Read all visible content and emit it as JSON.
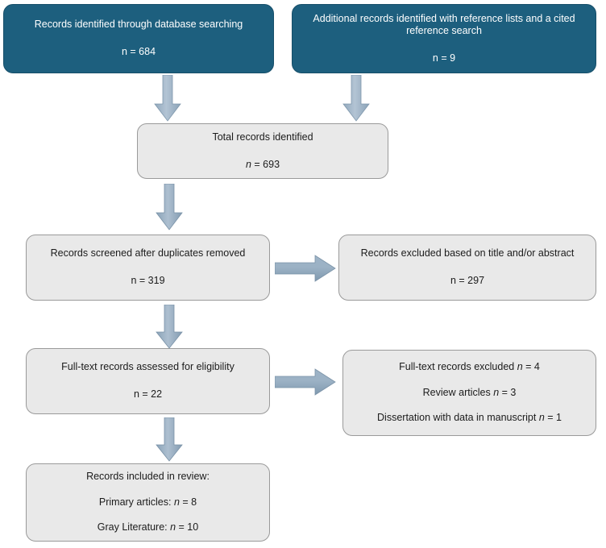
{
  "diagram": {
    "title": "PRISMA study selection flow diagram",
    "colors": {
      "identification_fill": "#1d5f7e",
      "identification_text": "#ffffff",
      "stage_fill": "#e9e9e9",
      "stage_border": "#9a9a9a",
      "stage_text": "#1b1b1b",
      "arrow_fill": "#8fa9bf",
      "background": "#ffffff"
    },
    "nodes": [
      {
        "id": "box-db",
        "style": "teal",
        "lines": [
          "Records identified through database searching",
          "n = 684"
        ],
        "count": 684,
        "italic_n": false
      },
      {
        "id": "box-additional",
        "style": "teal",
        "lines": [
          "Additional records identified with reference lists and a\ncited reference search",
          "n = 9"
        ],
        "count": 9,
        "italic_n": false
      },
      {
        "id": "box-total",
        "style": "grey",
        "lines": [
          "Total records identified",
          "n = 693"
        ],
        "count": 693,
        "italic_n": true
      },
      {
        "id": "box-screened",
        "style": "grey",
        "lines": [
          "Records screened after duplicates removed",
          "n = 319"
        ],
        "count": 319,
        "italic_n": false
      },
      {
        "id": "box-excluded-ta",
        "style": "grey",
        "lines": [
          "Records excluded based on title and/or abstract",
          "n = 297"
        ],
        "count": 297,
        "italic_n": false
      },
      {
        "id": "box-fulltext",
        "style": "grey",
        "lines": [
          "Full-text records assessed for eligibility",
          "n = 22"
        ],
        "count": 22,
        "italic_n": false
      },
      {
        "id": "box-excluded-ft",
        "style": "grey",
        "lines": [
          "Full-text records excluded n = 4",
          "Review articles n = 3",
          "Dissertation with data in manuscript n = 1"
        ],
        "counts": [
          4,
          3,
          1
        ],
        "italic_n": true
      },
      {
        "id": "box-included",
        "style": "grey",
        "lines": [
          "Records included in review:",
          "Primary articles: n = 8",
          "Gray Literature: n = 10"
        ],
        "counts": [
          8,
          10
        ],
        "italic_n": true
      }
    ],
    "arrows": [
      {
        "id": "arrow-db-down",
        "direction": "down",
        "from": "box-db",
        "to": "box-total"
      },
      {
        "id": "arrow-add-down",
        "direction": "down",
        "from": "box-additional",
        "to": "box-total"
      },
      {
        "id": "arrow-total-down",
        "direction": "down",
        "from": "box-total",
        "to": "box-screened"
      },
      {
        "id": "arrow-screened-down",
        "direction": "down",
        "from": "box-screened",
        "to": "box-fulltext"
      },
      {
        "id": "arrow-fulltext-down",
        "direction": "down",
        "from": "box-fulltext",
        "to": "box-included"
      },
      {
        "id": "arrow-screen-right",
        "direction": "right",
        "from": "box-screened",
        "to": "box-excluded-ta"
      },
      {
        "id": "arrow-ft-right",
        "direction": "right",
        "from": "box-fulltext",
        "to": "box-excluded-ft"
      }
    ]
  },
  "text": {
    "db_line1": "Records identified through database searching",
    "db_line2": "n = 684",
    "add_line1": "Additional records identified with reference lists and a cited reference search",
    "add_line2": "n = 9",
    "total_line1": "Total records identified",
    "total_line2_pre": "",
    "total_n": "n",
    "total_line2_post": " = 693",
    "screened_line1": "Records screened after duplicates removed",
    "screened_line2": "n = 319",
    "excluded_ta_line1": "Records excluded based on title and/or abstract",
    "excluded_ta_line2": "n = 297",
    "fulltext_line1": "Full-text records assessed for eligibility",
    "fulltext_line2": "n = 22",
    "excluded_ft_l1_pre": "Full-text records excluded ",
    "excluded_ft_l1_n": "n",
    "excluded_ft_l1_post": " = 4",
    "excluded_ft_l2_pre": "Review articles ",
    "excluded_ft_l2_n": "n",
    "excluded_ft_l2_post": " = 3",
    "excluded_ft_l3_pre": "Dissertation with data in manuscript ",
    "excluded_ft_l3_n": "n",
    "excluded_ft_l3_post": " = 1",
    "included_l1": "Records included in review:",
    "included_l2_pre": "Primary articles: ",
    "included_l2_n": "n",
    "included_l2_post": " = 8",
    "included_l3_pre": "Gray Literature: ",
    "included_l3_n": "n",
    "included_l3_post": " = 10"
  }
}
